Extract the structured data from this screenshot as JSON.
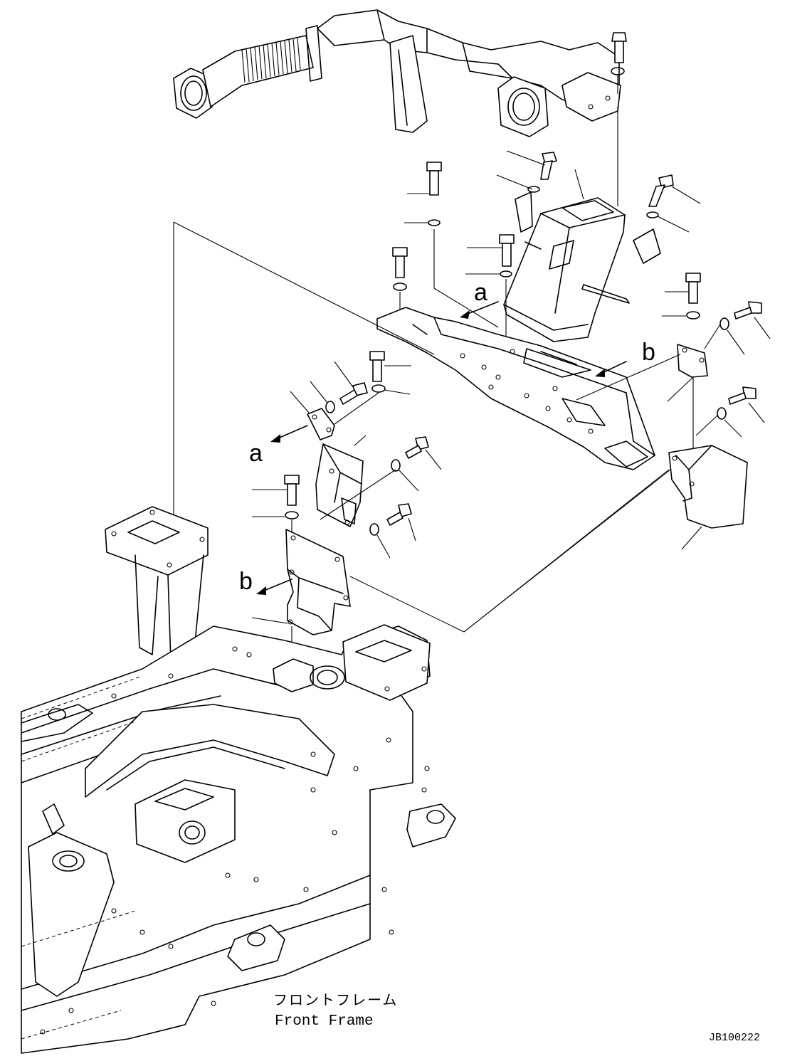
{
  "labels": {
    "ref_a": "a",
    "ref_b": "b",
    "frame_jp": "フロントフレーム",
    "frame_en": "Front Frame",
    "drawing_id": "JB100222"
  },
  "colors": {
    "line": "#000000",
    "background": "#ffffff"
  }
}
